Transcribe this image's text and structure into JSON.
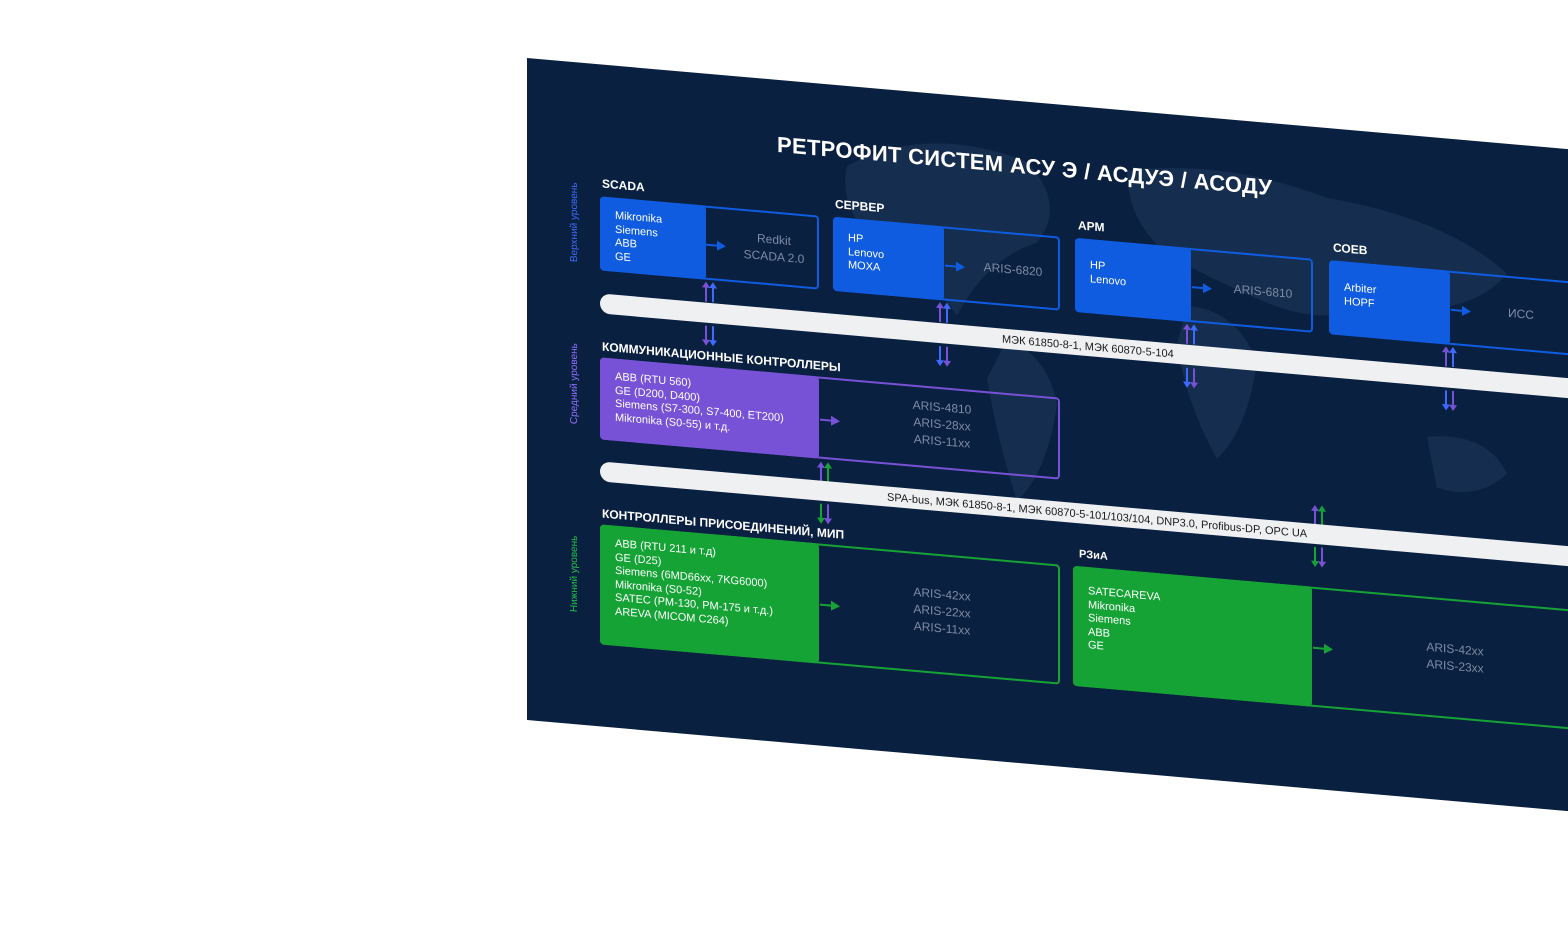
{
  "title": "РЕТРОФИТ СИСТЕМ АСУ Э / АСДУЭ / АСОДУ",
  "levels": {
    "top": "Верхний уровень",
    "middle": "Средний уровень",
    "bottom": "Нижний уровень"
  },
  "colors": {
    "blue": "#0f5ce0",
    "purple": "#7752d6",
    "green": "#16a336",
    "background": "#0a2040"
  },
  "blocks": {
    "scada": {
      "title": "SCADA",
      "items": [
        "Mikronika",
        "Siemens",
        "ABB",
        "GE"
      ],
      "target": [
        "Redkit",
        "SCADA 2.0"
      ]
    },
    "server": {
      "title": "СЕРВЕР",
      "items": [
        "HP",
        "Lenovo",
        "MOXA"
      ],
      "target": [
        "ARIS-6820"
      ]
    },
    "arm": {
      "title": "АРМ",
      "items": [
        "HP",
        "Lenovo"
      ],
      "target": [
        "ARIS-6810"
      ]
    },
    "soev": {
      "title": "СОЕВ",
      "items": [
        "Arbiter",
        "HOPF"
      ],
      "target": [
        "ИСС"
      ]
    },
    "comm": {
      "title": "КОММУНИКАЦИОННЫЕ КОНТРОЛЛЕРЫ",
      "items": [
        "ABB (RTU 560)",
        "GE (D200, D400)",
        "Siemens (S7-300, S7-400, ET200)",
        "Mikronika (S0-55) и т.д."
      ],
      "target": [
        "ARIS-4810",
        "ARIS-28xx",
        "ARIS-11xx"
      ]
    },
    "bay": {
      "title": "КОНТРОЛЛЕРЫ ПРИСОЕДИНЕНИЙ, МИП",
      "items": [
        "ABB (RTU 211 и т.д)",
        "GE (D25)",
        "Siemens (6MD66xx, 7KG6000)",
        "Mikronika (S0-52)",
        "SATEC (PM-130, PM-175 и т.д.)",
        "AREVA (MICOM C264)"
      ],
      "target": [
        "ARIS-42xx",
        "ARIS-22xx",
        "ARIS-11xx"
      ]
    },
    "rza": {
      "title": "РЗиА",
      "items": [
        "SATECAREVA",
        "Mikronika",
        "Siemens",
        "ABB",
        "GE"
      ],
      "target": [
        "ARIS-42xx",
        "ARIS-23xx"
      ]
    }
  },
  "buses": {
    "top": "МЭК 61850-8-1, МЭК 60870-5-104",
    "bottom": "SPA-bus, МЭК 61850-8-1, МЭК 60870-5-101/103/104, DNP3.0, Profibus-DP,  OPC UA"
  }
}
